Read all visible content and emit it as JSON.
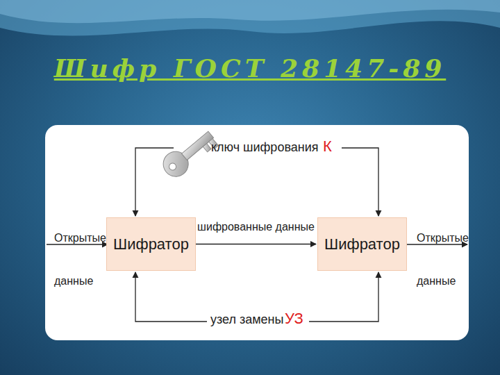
{
  "diagram": {
    "title": "Шифр ГОСТ 28147-89",
    "nodes": [
      {
        "text": [
          "Шифратор"
        ]
      },
      {
        "text": [
          "Шифратор"
        ]
      }
    ],
    "edges": [
      {
        "from": 0,
        "to": 1,
        "label": "шифрованные данные",
        "arrow": "to"
      }
    ],
    "labels": [
      "Открытые данные",
      "Открытые данные",
      "ключ шифрования",
      "К",
      "узел замены",
      "УЗ"
    ]
  }
}
